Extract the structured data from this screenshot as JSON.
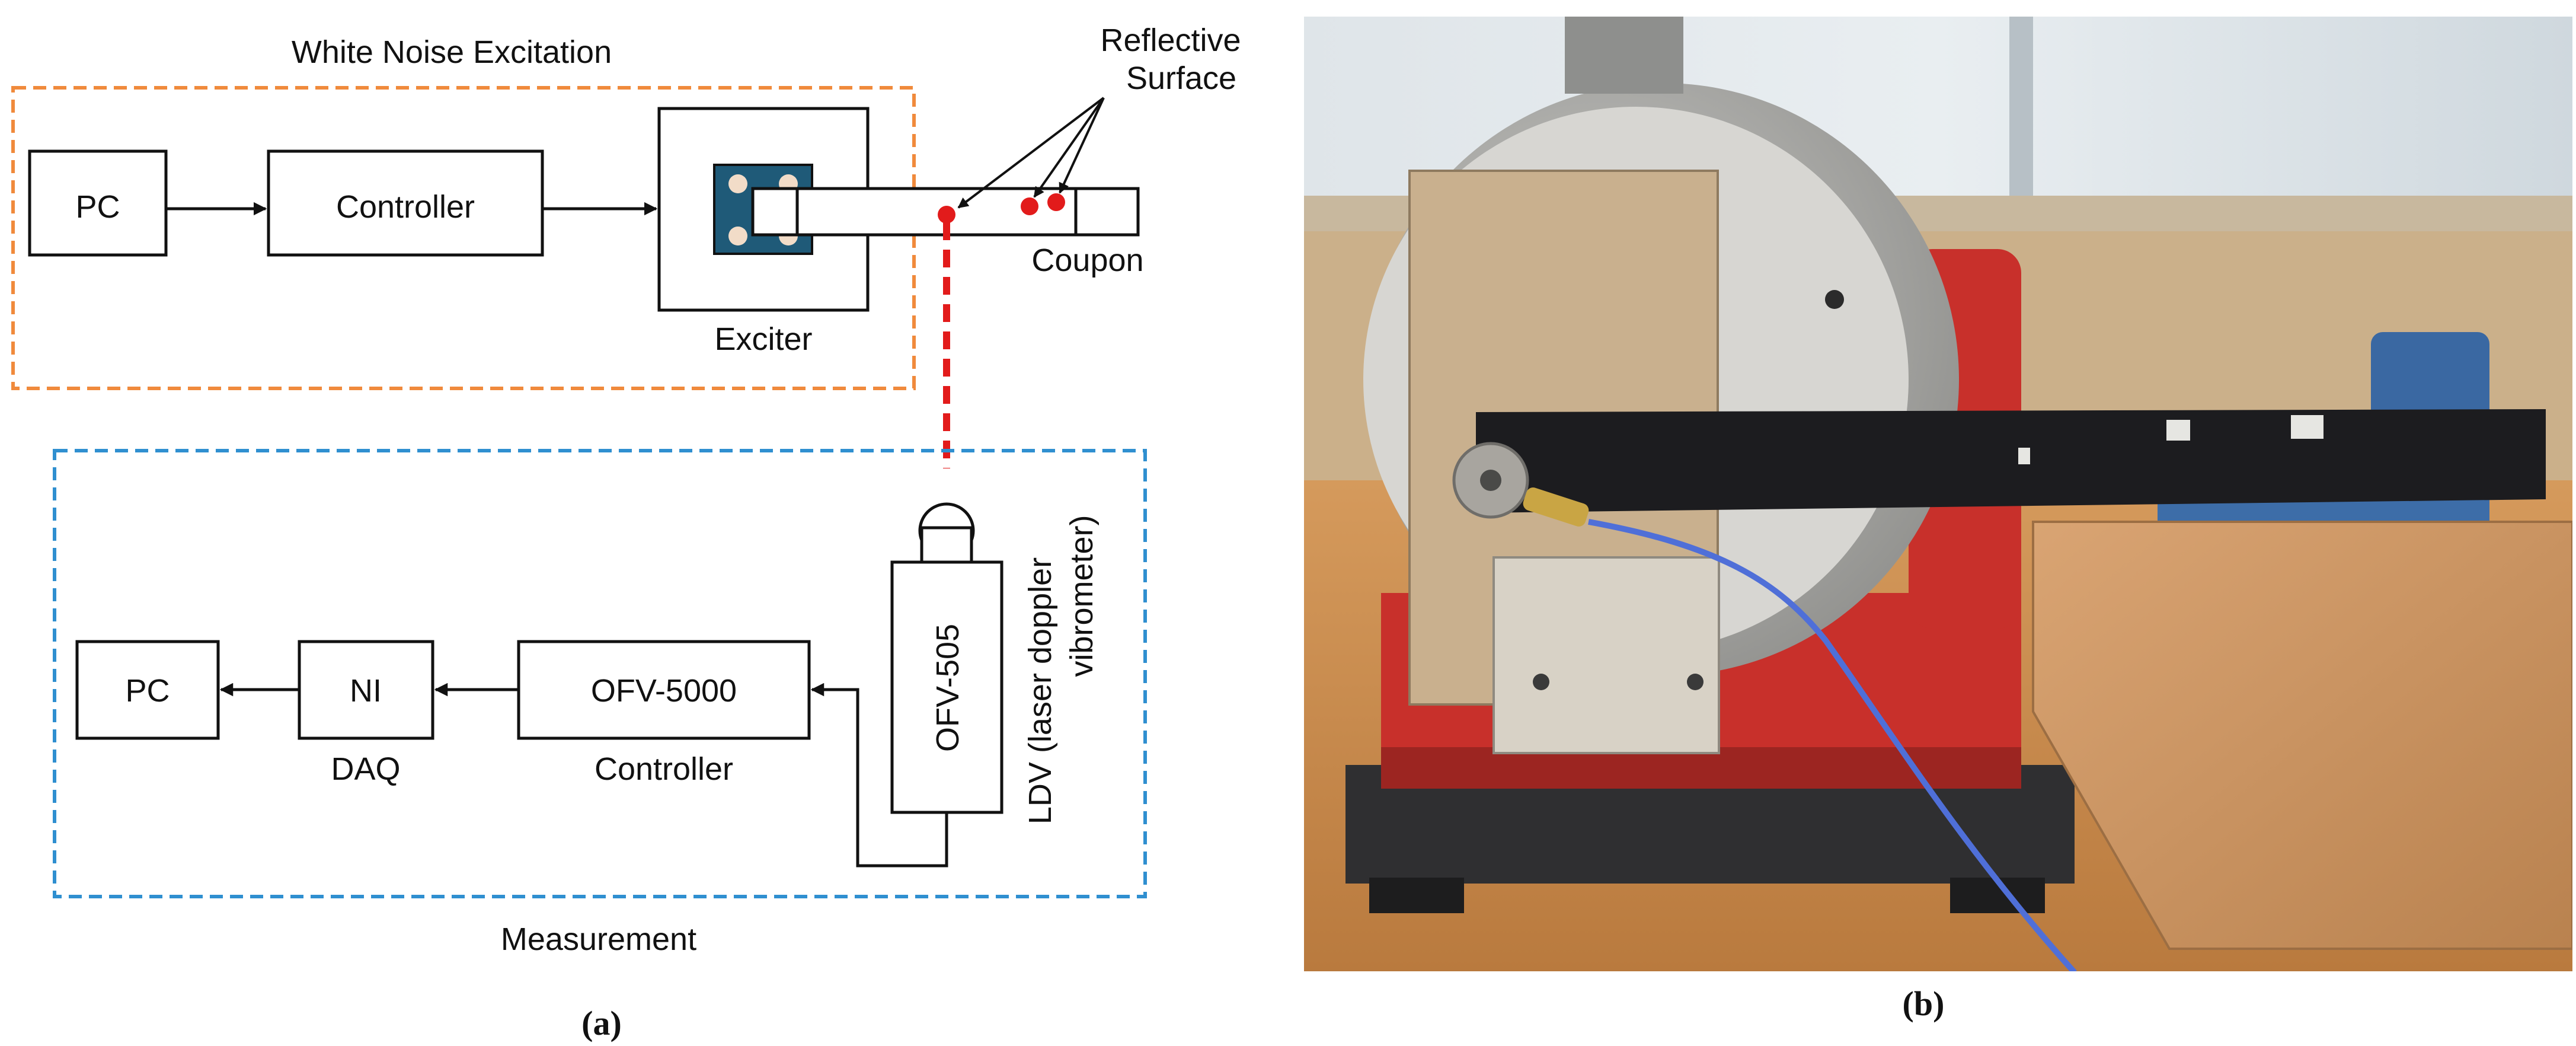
{
  "panel_a": {
    "caption": "(a)",
    "excitation": {
      "group_label": "White Noise Excitation",
      "pc_label": "PC",
      "controller_label": "Controller",
      "exciter_label": "Exciter",
      "coupon_label": "Coupon",
      "reflective_label_line1": "Reflective",
      "reflective_label_line2": "Surface"
    },
    "measurement": {
      "group_label": "Measurement",
      "pc_label": "PC",
      "ni_label": "NI",
      "daq_label": "DAQ",
      "ofv5000_label": "OFV-5000",
      "controller_label": "Controller",
      "ofv505_label": "OFV-505",
      "ldv_label_line1": "LDV (laser doppler",
      "ldv_label_line2": "vibrometer)"
    },
    "colors": {
      "excitation_border": "#f08a3c",
      "measurement_border": "#2f8fd0",
      "laser": "#e21b1b",
      "exciter_core": "#1f5a78",
      "exciter_holes": "#f2dcc8"
    }
  },
  "panel_b": {
    "caption": "(b)",
    "description_icon": "photo-of-exciter-with-coupon"
  }
}
